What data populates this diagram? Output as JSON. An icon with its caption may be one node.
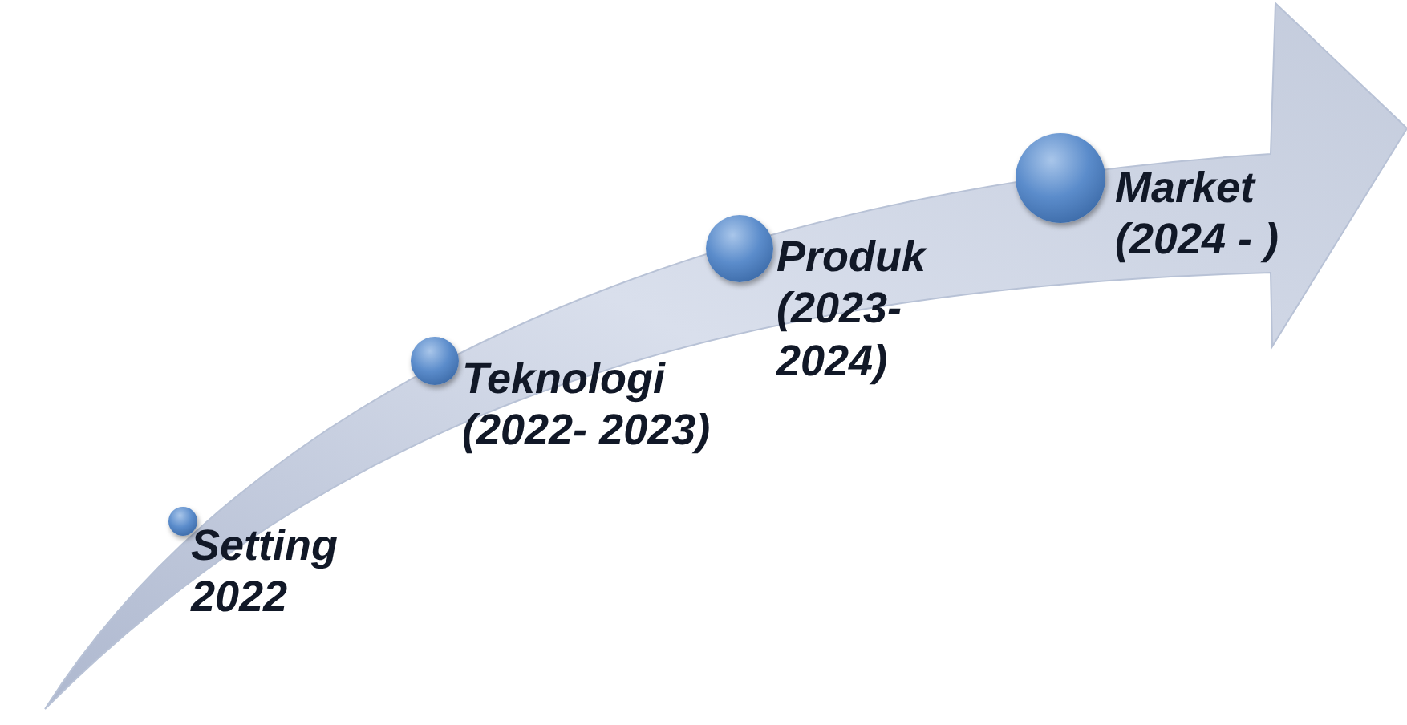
{
  "diagram": {
    "nodes": [
      {
        "text": [
          "Setting 2022"
        ]
      },
      {
        "text": [
          "Teknologi (2022- 2023)"
        ]
      },
      {
        "text": [
          "Produk (2023- 2024)"
        ]
      },
      {
        "text": [
          "Market (2024 - )"
        ]
      }
    ]
  }
}
